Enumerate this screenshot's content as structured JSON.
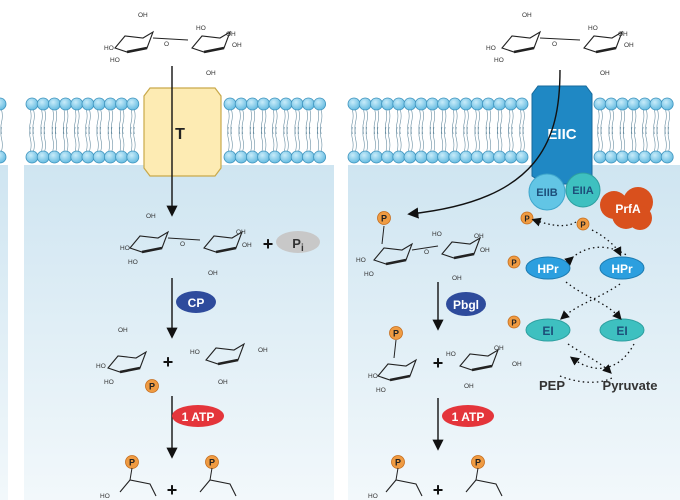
{
  "panel_left": {
    "transporter_label": "T",
    "phosphate_label": "Pi",
    "enzyme_label": "CP",
    "atp_label": "1 ATP",
    "plus_sign": "+"
  },
  "panel_right": {
    "eiic_label": "EIIC",
    "eiib_label": "EIIB",
    "eiia_label": "EIIA",
    "prfa_label": "PrfA",
    "hpr_label": "HPr",
    "ei_label": "EI",
    "pbgl_label": "Pbgl",
    "atp_label": "1 ATP",
    "pep_label": "PEP",
    "pyruvate_label": "Pyruvate",
    "phospho_label": "P",
    "plus_sign": "+"
  },
  "chemistry": {
    "hydroxyl": "OH",
    "hydroxyl_left": "HO",
    "ring_oxygen": "O"
  },
  "colors": {
    "cytoplasm": "#d7eaf4",
    "lipid_head": "#8fd0ee",
    "transporter_fill": "#fdebb3",
    "eiic": "#1f88c4",
    "eii_light": "#62c5e5",
    "prfa": "#d9501d",
    "hpr": "#2c9fdf",
    "ei": "#3ec0c0",
    "enzyme": "#2e4b9c",
    "atp": "#e4353b",
    "phospho": "#ef9b42",
    "pi": "#c8c8c8"
  }
}
